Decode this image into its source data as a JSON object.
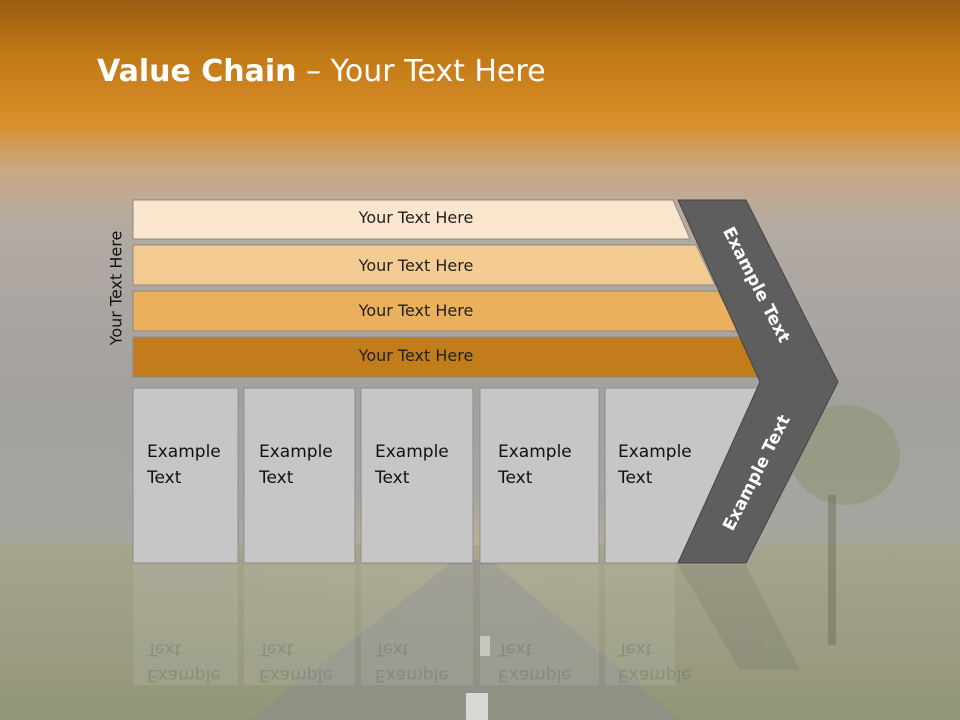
{
  "title": {
    "bold": "Value Chain",
    "rest": " – Your Text Here"
  },
  "vertical_label": "Your Text Here",
  "bands": [
    {
      "label": "Your Text Here",
      "color": "#f9e6cd"
    },
    {
      "label": "Your Text Here",
      "color": "#f4cc92"
    },
    {
      "label": "Your Text Here",
      "color": "#ebb05c"
    },
    {
      "label": "Your Text Here",
      "color": "#c27c1c"
    }
  ],
  "boxes": [
    {
      "line1": "Example",
      "line2": "Text"
    },
    {
      "line1": "Example",
      "line2": "Text"
    },
    {
      "line1": "Example",
      "line2": "Text"
    },
    {
      "line1": "Example",
      "line2": "Text"
    },
    {
      "line1": "Example",
      "line2": "Text"
    }
  ],
  "chevron": {
    "upper": "Example Text",
    "lower": "Example Text"
  },
  "colors": {
    "header": "#c8801c",
    "box": "#c6c6c6",
    "chevron": "#5e5e5e"
  }
}
